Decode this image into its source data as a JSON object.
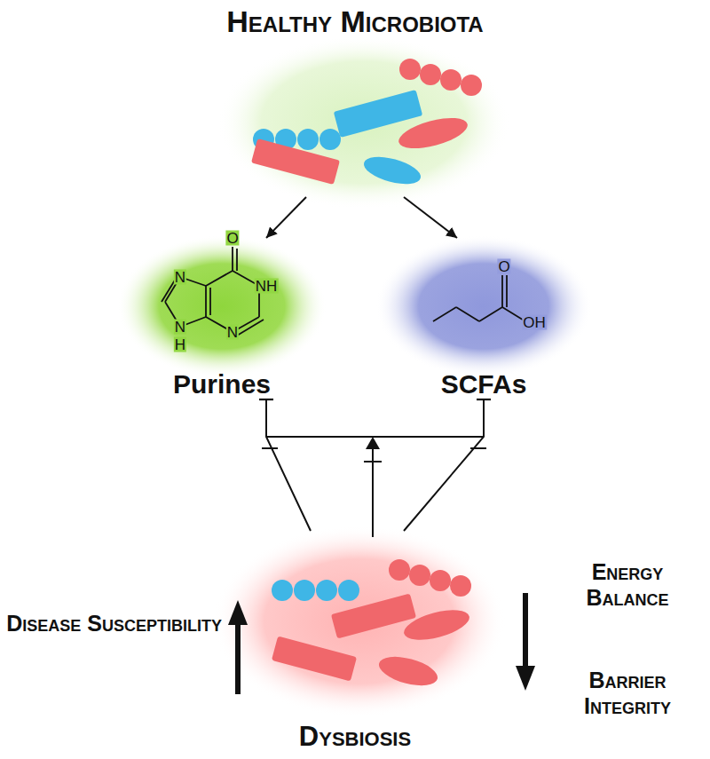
{
  "diagram": {
    "nodes": [
      {
        "text": [
          "Healthy Microbiota"
        ]
      },
      {
        "text": [
          "Purines"
        ]
      },
      {
        "text": [
          "SCFAs"
        ]
      },
      {
        "text": [
          "Dysbiosis"
        ]
      }
    ],
    "edges": [
      {
        "from": 0,
        "to": 1,
        "arrow": "to"
      },
      {
        "from": 0,
        "to": 2,
        "arrow": "to"
      },
      {
        "from": 3,
        "to": 1,
        "arrow": "to"
      },
      {
        "from": 3,
        "to": 2,
        "arrow": "to"
      }
    ],
    "labels": [
      "Disease Susceptibility",
      "Energy Balance",
      "Barrier Integrity",
      "O",
      "N",
      "NH",
      "N",
      "N",
      "H",
      "O",
      "OH"
    ]
  }
}
